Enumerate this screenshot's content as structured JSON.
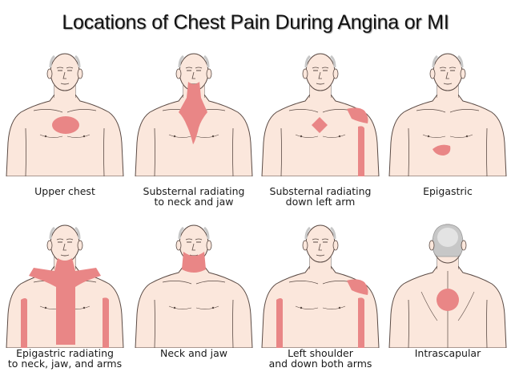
{
  "title": "Locations of Chest Pain During Angina or MI",
  "colors": {
    "skin": "#fbe7dc",
    "outline": "#5a4a44",
    "pain": "#e98686",
    "hair": "#c7c7c7"
  },
  "figures": [
    {
      "id": "upper-chest",
      "view": "front",
      "caption": [
        "Upper chest"
      ],
      "pain_regions": [
        "upper-chest"
      ]
    },
    {
      "id": "substernal-neck-jaw",
      "view": "front",
      "caption": [
        "Substernal radiating",
        "to neck and jaw"
      ],
      "pain_regions": [
        "substernal-neck-jaw"
      ]
    },
    {
      "id": "substernal-left-arm",
      "view": "front",
      "caption": [
        "Substernal radiating",
        "down left arm"
      ],
      "pain_regions": [
        "substernal",
        "left-shoulder",
        "left-arm"
      ]
    },
    {
      "id": "epigastric",
      "view": "front",
      "caption": [
        "Epigastric"
      ],
      "pain_regions": [
        "epigastric"
      ]
    },
    {
      "id": "epigastric-neck-jaw-arms",
      "view": "front",
      "caption": [
        "Epigastric radiating",
        "to neck, jaw, and arms"
      ],
      "pain_regions": [
        "epigastric-neck-jaw",
        "right-arm",
        "left-arm"
      ]
    },
    {
      "id": "neck-jaw",
      "view": "front",
      "caption": [
        "Neck and jaw"
      ],
      "pain_regions": [
        "neck-jaw"
      ]
    },
    {
      "id": "left-shoulder-both-arms",
      "view": "front",
      "caption": [
        "Left shoulder",
        "and down both arms"
      ],
      "pain_regions": [
        "left-shoulder",
        "left-arm",
        "right-arm"
      ]
    },
    {
      "id": "intrascapular",
      "view": "back",
      "caption": [
        "Intrascapular"
      ],
      "pain_regions": [
        "intrascapular"
      ]
    }
  ]
}
